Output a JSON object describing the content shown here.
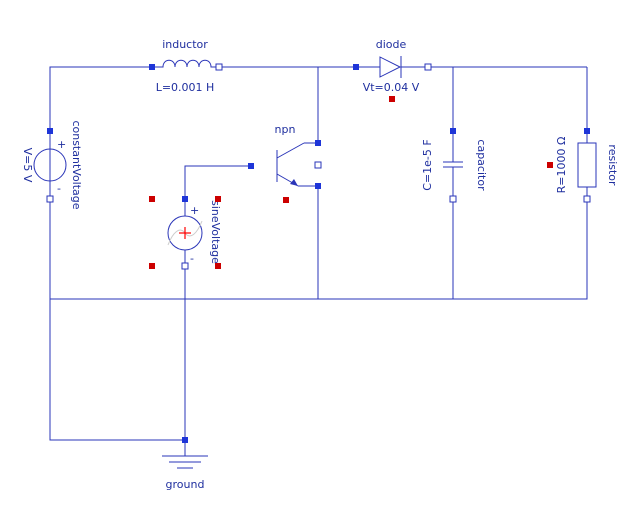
{
  "components": {
    "inductor": {
      "name": "inductor",
      "param": "L=0.001 H"
    },
    "diode": {
      "name": "diode",
      "param": "Vt=0.04 V"
    },
    "npn": {
      "name": "npn"
    },
    "constantVoltage": {
      "name": "constantVoltage",
      "param": "V=5 V",
      "plus": "+",
      "minus": "-"
    },
    "sineVoltage": {
      "name": "sineVoltage",
      "plus": "+",
      "minus": "-"
    },
    "capacitor": {
      "name": "capacitor",
      "param": "C=1e-5 F"
    },
    "resistor": {
      "name": "resistor",
      "param": "R=1000 Ω"
    },
    "ground": {
      "name": "ground"
    }
  },
  "colors": {
    "wire": "#2a35b8",
    "text": "#1f2f9f",
    "pin": "#1e35d8",
    "selection_handle": "#cc0000"
  }
}
